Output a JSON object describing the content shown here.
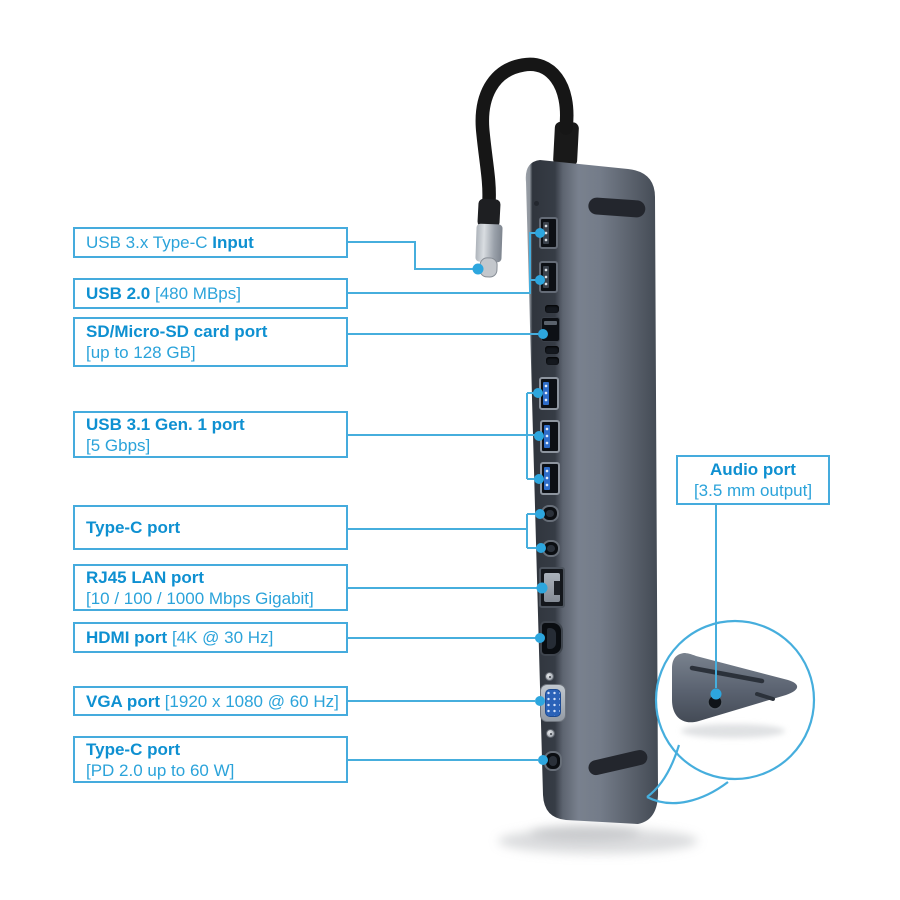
{
  "image_kind": "annotated product diagram of a multi-port USB-C docking station",
  "colors": {
    "accent_blue": "#2da6de",
    "label_border": "#45abdd",
    "label_text_bold": "#0e90d1",
    "label_text_regular": "#2ba3da",
    "leader_line": "#46aedd",
    "device_body_gray": "#6b7280",
    "usb3_tongue_blue": "#2e6cc8",
    "vga_blue": "#2b62b8",
    "background": "#ffffff"
  },
  "callouts": {
    "left": [
      {
        "pre": "USB 3.x Type-C ",
        "strong": "Input",
        "post": "",
        "line2": ""
      },
      {
        "pre": "",
        "strong": "USB 2.0",
        "post": " [480 MBps]",
        "line2": ""
      },
      {
        "pre": "",
        "strong": "SD/Micro-SD card port",
        "post": "",
        "line2": "[up to 128 GB]"
      },
      {
        "pre": "",
        "strong": "USB 3.1 Gen. 1 port",
        "post": "",
        "line2": "[5 Gbps]"
      },
      {
        "pre": "",
        "strong": "Type-C port",
        "post": "",
        "line2": ""
      },
      {
        "pre": "",
        "strong": "RJ45 LAN port",
        "post": "",
        "line2": "[10 / 100 / 1000 Mbps Gigabit]"
      },
      {
        "pre": "",
        "strong": "HDMI port",
        "post": " [4K @ 30 Hz]",
        "line2": ""
      },
      {
        "pre": "",
        "strong": "VGA port",
        "post": " [1920 x 1080 @ 60 Hz]",
        "line2": ""
      },
      {
        "pre": "",
        "strong": "Type-C port",
        "post": "",
        "line2": "[PD 2.0 up to 60 W]"
      }
    ],
    "right": {
      "strong": "Audio port",
      "line2": "[3.5 mm output]"
    }
  },
  "device": {
    "name": "usb-c-docking-station",
    "ports": [
      "usb-c-input-cable-plug",
      "usb-2.0-port-1",
      "usb-2.0-port-2",
      "sd-card-slot",
      "micro-sd-card-slot",
      "usb-3.1-port-1",
      "usb-3.1-port-2",
      "usb-3.1-port-3",
      "type-c-port-1",
      "type-c-port-2",
      "rj45-lan-port",
      "hdmi-port",
      "vga-port",
      "type-c-pd-port",
      "audio-jack-3.5mm"
    ]
  }
}
